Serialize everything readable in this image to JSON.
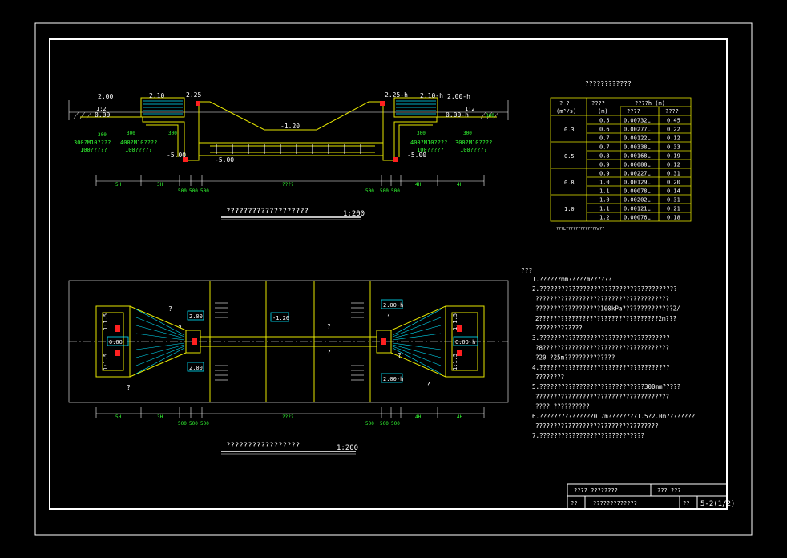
{
  "colors": {
    "frame": "#ffffff",
    "structure": "#e6e600",
    "dim": "#ffffff",
    "green": "#33ff33",
    "cyan": "#00e5ff",
    "red": "#ff2020",
    "text": "#ffffff"
  },
  "section_view": {
    "title": "???????????????????",
    "scale": "1:200",
    "elev_left_top": "2.00",
    "elev_left_mid": "0.00",
    "elev_left_2": "2.10",
    "elev_left_3": "2.25",
    "elev_center": "-1.20",
    "elev_right_3": "2.25-h",
    "elev_right_2": "2.10-h",
    "elev_right_top": "2.00-h",
    "elev_right_mid": "0.00-h",
    "elev_bottom_l1": "-5.00",
    "elev_bottom_l2": "-5.00",
    "elev_bottom_r": "-5.00",
    "slope_left": "1:2",
    "slope_right": "1:2",
    "note_l1a": "300?M10????",
    "note_l1b": "100?????",
    "note_l2a": "400?M10????",
    "note_l2b": "100?????",
    "note_r1a": "400?M10????",
    "note_r1b": "100?????",
    "note_r2a": "300?M10????",
    "note_r2b": "100?????",
    "dim_labels": [
      "5H",
      "3H",
      "500",
      "500",
      "500",
      "????",
      "500",
      "500",
      "500",
      "4H",
      "4H"
    ],
    "small_dims": [
      "300",
      "300",
      "300",
      "300",
      "300",
      "300"
    ]
  },
  "plan_view": {
    "title": "?????????????????",
    "scale": "1:200",
    "box_200_tl": "2.00",
    "box_200_bl": "2.00",
    "box_center": "-1.20",
    "box_200h_tr": "2.00-h",
    "box_200h_br": "2.00-h",
    "box_000_l": "0.00",
    "box_000_r": "0.00-h",
    "slope_l_top": "1:1.5",
    "slope_l_bot": "1:1.5",
    "slope_r_top": "1:1.5",
    "slope_r_bot": "1:1.5",
    "q_marks": [
      "?",
      "?",
      "?",
      "?",
      "?",
      "?",
      "?",
      "?"
    ],
    "dim_labels": [
      "5H",
      "3H",
      "500",
      "500",
      "500",
      "????",
      "500",
      "500",
      "500",
      "4H",
      "4H"
    ]
  },
  "table": {
    "title": "????????????",
    "header": {
      "col1_line1": "?  ?",
      "col1_line2": "(m³/s)",
      "col2_line1": "????",
      "col2_line2": "(m)",
      "col3_span": "????h (m)",
      "col3a": "????",
      "col3b": "????"
    },
    "groups": [
      {
        "q": "0.3",
        "rows": [
          [
            "0.5",
            "0.00732L",
            "0.45"
          ],
          [
            "0.6",
            "0.00277L",
            "0.22"
          ],
          [
            "0.7",
            "0.00122L",
            "0.12"
          ]
        ]
      },
      {
        "q": "0.5",
        "rows": [
          [
            "0.7",
            "0.00338L",
            "0.33"
          ],
          [
            "0.8",
            "0.00168L",
            "0.19"
          ],
          [
            "0.9",
            "0.00088L",
            "0.12"
          ]
        ]
      },
      {
        "q": "0.8",
        "rows": [
          [
            "0.9",
            "0.00227L",
            "0.31"
          ],
          [
            "1.0",
            "0.00129L",
            "0.20"
          ],
          [
            "1.1",
            "0.00078L",
            "0.14"
          ]
        ]
      },
      {
        "q": "1.0",
        "rows": [
          [
            "1.0",
            "0.00202L",
            "0.31"
          ],
          [
            "1.1",
            "0.00121L",
            "0.21"
          ],
          [
            "1.2",
            "0.00076L",
            "0.18"
          ]
        ]
      }
    ],
    "footnote": "???L?????????????m??"
  },
  "notes": {
    "heading": "???",
    "lines": [
      "1.??????mm?????m??????",
      "2.??????????????????????????????????????",
      "  ?????????????????????????????????????",
      "  ??????????????????100kPa??????????????2/",
      "  2?????????????????????????????????2m???",
      "  ?????????????",
      "3.????????????????????????????????????",
      "  ?8???????????????????????????????????",
      "  ?20 ?25m??????????????",
      "4.????????????????????????????????????",
      "  ????????",
      "5.?????????????????????????????300mm?????",
      "  ?????????????????????????????????????",
      "  ????   ??????????",
      "6.???????????????0.7m????????1.5?2.0m????????",
      "  ??????????????????????????????????",
      "7.?????????????????????????????"
    ]
  },
  "title_block": {
    "r1c1": "????  ????????",
    "r1c2": "???  ???",
    "r2c1": "??",
    "r2c2": "?????????????",
    "r2c3": "??",
    "sheet_no": "5-2(1/2)"
  }
}
